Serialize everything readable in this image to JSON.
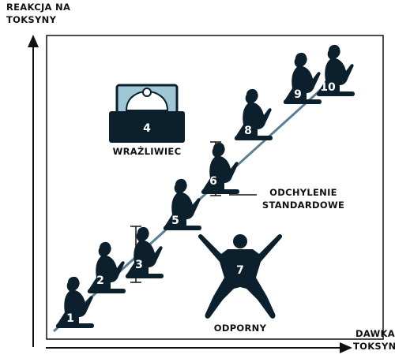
{
  "axes": {
    "y_label": [
      "REAKCJA NA",
      "TOKSYNY"
    ],
    "x_label": [
      "DAWKA",
      "TOKSYN"
    ]
  },
  "labels": {
    "sensitive": "WRAŻLIWIEC",
    "resistant": "ODPORNY",
    "std_dev": [
      "ODCHYLENIE",
      "STANDARDOWE"
    ]
  },
  "figures": [
    "1",
    "2",
    "3",
    "5",
    "6",
    "8",
    "9",
    "10"
  ],
  "bed_number": "4",
  "resistant_number": "7",
  "colors": {
    "figure": "#0b1f2c",
    "line": "#5a7f93",
    "bed_head": "#9fc7d6",
    "text": "#111111"
  }
}
